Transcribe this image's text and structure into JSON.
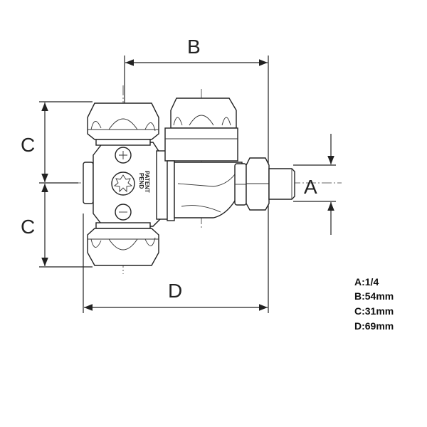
{
  "dimensions": {
    "a_label": "A",
    "b_label": "B",
    "c_label": "C",
    "d_label": "D"
  },
  "body_text": {
    "patent": "PATENT",
    "pend": "PEND"
  },
  "specs": [
    {
      "text": "A:1/4"
    },
    {
      "text": "B:54mm"
    },
    {
      "text": "C:31mm"
    },
    {
      "text": "D:69mm"
    }
  ]
}
